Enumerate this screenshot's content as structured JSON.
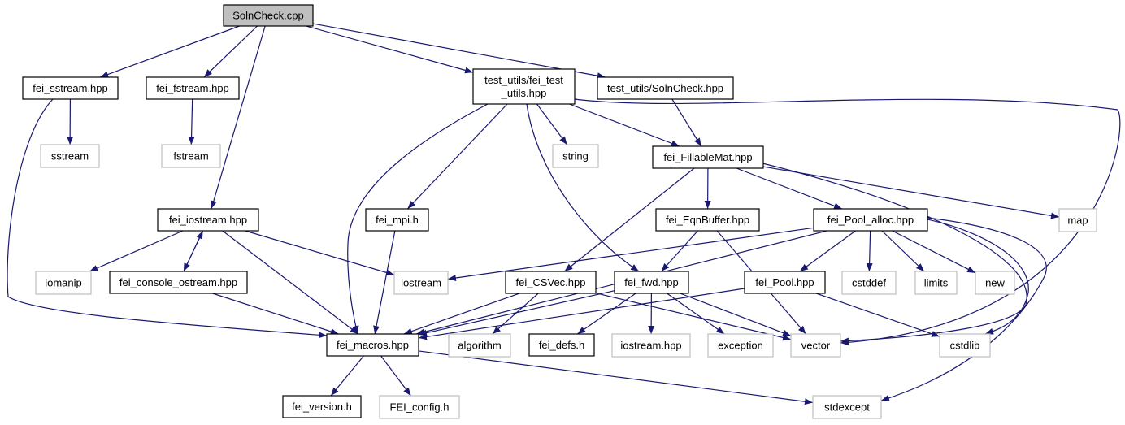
{
  "colors": {
    "edge": "#191970",
    "main_fill": "#bfbfbf",
    "main_stroke": "#000000",
    "header_stroke": "#000000",
    "system_stroke": "#bfbfbf",
    "node_fill": "#ffffff"
  },
  "nodes": [
    {
      "id": "solncheck_cpp",
      "kind": "main",
      "lines": [
        "SolnCheck.cpp"
      ]
    },
    {
      "id": "fei_sstream",
      "kind": "header",
      "lines": [
        "fei_sstream.hpp"
      ]
    },
    {
      "id": "fei_fstream",
      "kind": "header",
      "lines": [
        "fei_fstream.hpp"
      ]
    },
    {
      "id": "test_utils",
      "kind": "header",
      "lines": [
        "test_utils/fei_test",
        "_utils.hpp"
      ]
    },
    {
      "id": "solncheck_hpp",
      "kind": "header",
      "lines": [
        "test_utils/SolnCheck.hpp"
      ]
    },
    {
      "id": "sstream",
      "kind": "system",
      "lines": [
        "sstream"
      ]
    },
    {
      "id": "fstream",
      "kind": "system",
      "lines": [
        "fstream"
      ]
    },
    {
      "id": "string",
      "kind": "system",
      "lines": [
        "string"
      ]
    },
    {
      "id": "fillablemat",
      "kind": "header",
      "lines": [
        "fei_FillableMat.hpp"
      ]
    },
    {
      "id": "fei_iostream",
      "kind": "header",
      "lines": [
        "fei_iostream.hpp"
      ]
    },
    {
      "id": "fei_mpi",
      "kind": "header",
      "lines": [
        "fei_mpi.h"
      ]
    },
    {
      "id": "eqnbuffer",
      "kind": "header",
      "lines": [
        "fei_EqnBuffer.hpp"
      ]
    },
    {
      "id": "pool_alloc",
      "kind": "header",
      "lines": [
        "fei_Pool_alloc.hpp"
      ]
    },
    {
      "id": "map",
      "kind": "system",
      "lines": [
        "map"
      ]
    },
    {
      "id": "iomanip",
      "kind": "system",
      "lines": [
        "iomanip"
      ]
    },
    {
      "id": "console_ostream",
      "kind": "header",
      "lines": [
        "fei_console_ostream.hpp"
      ]
    },
    {
      "id": "iostream",
      "kind": "system",
      "lines": [
        "iostream"
      ]
    },
    {
      "id": "csvec",
      "kind": "header",
      "lines": [
        "fei_CSVec.hpp"
      ]
    },
    {
      "id": "fei_fwd",
      "kind": "header",
      "lines": [
        "fei_fwd.hpp"
      ]
    },
    {
      "id": "fei_pool",
      "kind": "header",
      "lines": [
        "fei_Pool.hpp"
      ]
    },
    {
      "id": "cstddef",
      "kind": "system",
      "lines": [
        "cstddef"
      ]
    },
    {
      "id": "limits",
      "kind": "system",
      "lines": [
        "limits"
      ]
    },
    {
      "id": "new",
      "kind": "system",
      "lines": [
        "new"
      ]
    },
    {
      "id": "fei_macros",
      "kind": "header",
      "lines": [
        "fei_macros.hpp"
      ]
    },
    {
      "id": "algorithm",
      "kind": "system",
      "lines": [
        "algorithm"
      ]
    },
    {
      "id": "fei_defs",
      "kind": "header",
      "lines": [
        "fei_defs.h"
      ]
    },
    {
      "id": "iostream_hpp",
      "kind": "system",
      "lines": [
        "iostream.hpp"
      ]
    },
    {
      "id": "exception",
      "kind": "system",
      "lines": [
        "exception"
      ]
    },
    {
      "id": "vector",
      "kind": "system",
      "lines": [
        "vector"
      ]
    },
    {
      "id": "cstdlib",
      "kind": "system",
      "lines": [
        "cstdlib"
      ]
    },
    {
      "id": "fei_version",
      "kind": "header",
      "lines": [
        "fei_version.h"
      ]
    },
    {
      "id": "fei_config",
      "kind": "system",
      "lines": [
        "FEI_config.h"
      ]
    },
    {
      "id": "stdexcept",
      "kind": "system",
      "lines": [
        "stdexcept"
      ]
    }
  ],
  "edges": [
    {
      "from": "solncheck_cpp",
      "to": "fei_sstream"
    },
    {
      "from": "solncheck_cpp",
      "to": "fei_fstream"
    },
    {
      "from": "solncheck_cpp",
      "to": "fei_iostream"
    },
    {
      "from": "solncheck_cpp",
      "to": "test_utils"
    },
    {
      "from": "solncheck_cpp",
      "to": "solncheck_hpp"
    },
    {
      "from": "fei_sstream",
      "to": "sstream"
    },
    {
      "from": "fei_sstream",
      "to": "fei_macros"
    },
    {
      "from": "fei_fstream",
      "to": "fstream"
    },
    {
      "from": "test_utils",
      "to": "fei_macros"
    },
    {
      "from": "test_utils",
      "to": "fei_mpi"
    },
    {
      "from": "test_utils",
      "to": "fei_fwd"
    },
    {
      "from": "test_utils",
      "to": "string"
    },
    {
      "from": "test_utils",
      "to": "fillablemat"
    },
    {
      "from": "test_utils",
      "to": "vector"
    },
    {
      "from": "solncheck_hpp",
      "to": "fillablemat"
    },
    {
      "from": "fillablemat",
      "to": "eqnbuffer"
    },
    {
      "from": "fillablemat",
      "to": "pool_alloc"
    },
    {
      "from": "fillablemat",
      "to": "map"
    },
    {
      "from": "fillablemat",
      "to": "csvec"
    },
    {
      "from": "fillablemat",
      "to": "vector"
    },
    {
      "from": "fei_iostream",
      "to": "iomanip"
    },
    {
      "from": "fei_iostream",
      "to": "console_ostream"
    },
    {
      "from": "fei_iostream",
      "to": "iostream"
    },
    {
      "from": "fei_iostream",
      "to": "fei_macros"
    },
    {
      "from": "console_ostream",
      "to": "fei_iostream"
    },
    {
      "from": "console_ostream",
      "to": "fei_macros"
    },
    {
      "from": "fei_mpi",
      "to": "fei_macros"
    },
    {
      "from": "eqnbuffer",
      "to": "fei_fwd"
    },
    {
      "from": "eqnbuffer",
      "to": "vector"
    },
    {
      "from": "pool_alloc",
      "to": "fei_macros"
    },
    {
      "from": "pool_alloc",
      "to": "iostream"
    },
    {
      "from": "pool_alloc",
      "to": "fei_pool"
    },
    {
      "from": "pool_alloc",
      "to": "cstddef"
    },
    {
      "from": "pool_alloc",
      "to": "limits"
    },
    {
      "from": "pool_alloc",
      "to": "new"
    },
    {
      "from": "pool_alloc",
      "to": "cstdlib"
    },
    {
      "from": "pool_alloc",
      "to": "stdexcept"
    },
    {
      "from": "csvec",
      "to": "fei_macros"
    },
    {
      "from": "csvec",
      "to": "algorithm"
    },
    {
      "from": "csvec",
      "to": "vector"
    },
    {
      "from": "fei_fwd",
      "to": "fei_macros"
    },
    {
      "from": "fei_fwd",
      "to": "fei_defs"
    },
    {
      "from": "fei_fwd",
      "to": "iostream_hpp"
    },
    {
      "from": "fei_fwd",
      "to": "exception"
    },
    {
      "from": "fei_fwd",
      "to": "vector"
    },
    {
      "from": "fei_pool",
      "to": "fei_macros"
    },
    {
      "from": "fei_pool",
      "to": "cstdlib"
    },
    {
      "from": "fei_macros",
      "to": "fei_version"
    },
    {
      "from": "fei_macros",
      "to": "fei_config"
    },
    {
      "from": "fei_macros",
      "to": "stdexcept"
    }
  ]
}
